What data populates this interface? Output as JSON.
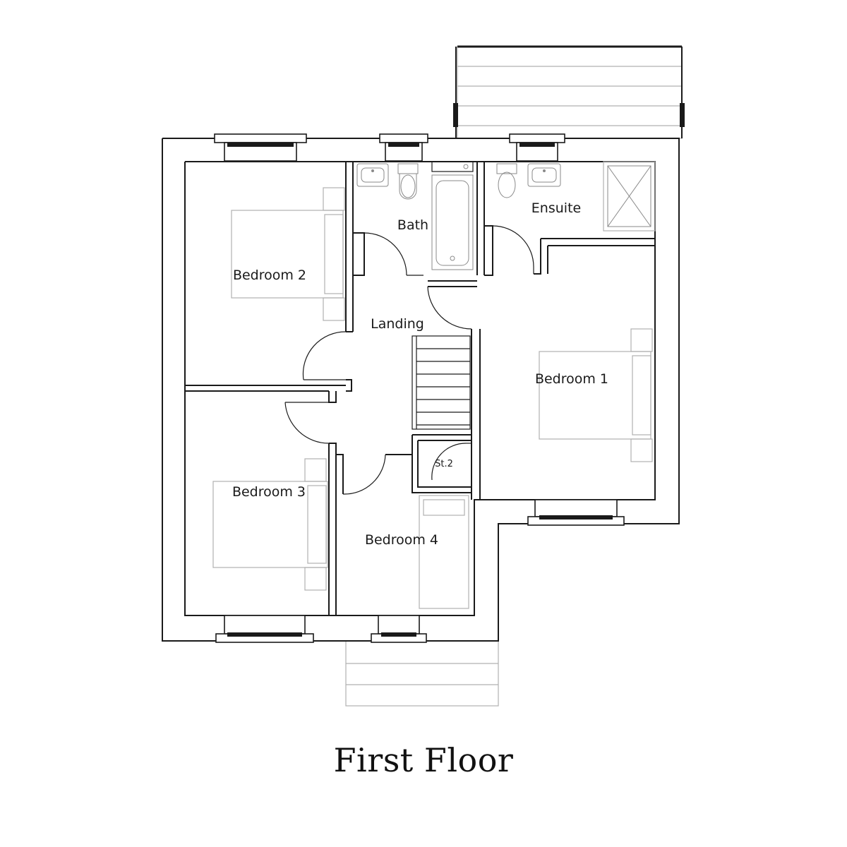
{
  "plan": {
    "title": "First Floor",
    "rooms": {
      "bedroom_1": "Bedroom 1",
      "bedroom_2": "Bedroom 2",
      "bedroom_3": "Bedroom 3",
      "bedroom_4": "Bedroom 4",
      "bath": "Bath",
      "ensuite": "Ensuite",
      "landing": "Landing",
      "store": "St.2"
    }
  }
}
